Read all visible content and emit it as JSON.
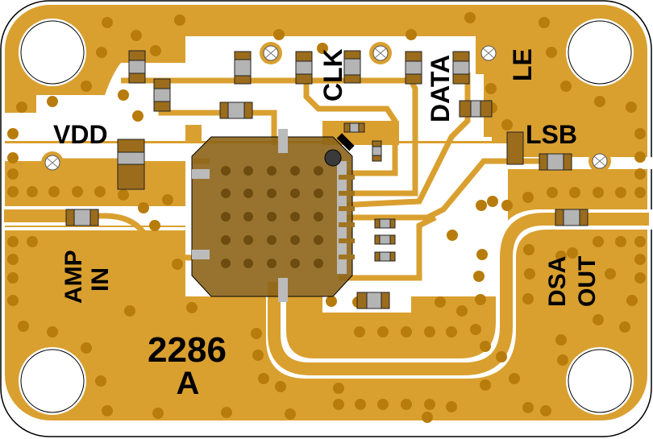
{
  "board": {
    "part_number": "2286",
    "revision": "A",
    "colors": {
      "copper": "#d9a030",
      "via": "#b87c0c",
      "substrate": "#ffffff",
      "chip_body": "#8c6418",
      "pad_grey": "#b4b4b4",
      "component_end": "#9a6c1c",
      "outline": "#000000"
    }
  },
  "labels": {
    "vdd": "VDD",
    "clk": "CLK",
    "data": "DATA",
    "le": "LE",
    "lsb": "LSB",
    "amp": "AMP",
    "in": "IN",
    "dsa": "DSA",
    "out": "OUT"
  },
  "test_points": [
    "vdd-test-point",
    "clk-test-point",
    "data-test-point",
    "le-test-point",
    "lsb-test-point"
  ],
  "mounting_holes": [
    "top-left",
    "top-right",
    "bottom-left",
    "bottom-right"
  ]
}
